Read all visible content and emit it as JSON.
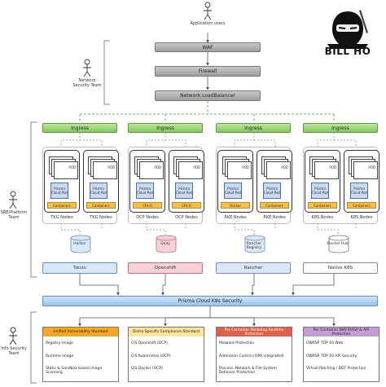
{
  "actors": {
    "application_users": "Application users",
    "network_security_team": "Network Security Team",
    "sre_platform_team": "SRE/Platform Team",
    "info_security_team": "Info Security Team"
  },
  "layers": {
    "waf": "WAF",
    "firewall": "Firewall",
    "load_balancer": "Network LoadBalancer",
    "security_bar": "Prisma Cloud K8s Security"
  },
  "clusters": [
    {
      "ingress": "Ingress",
      "nodes": [
        {
          "pod_label": "POD",
          "agent_label": "Prisma Cloud Pod",
          "container_label": "Containers",
          "node_label": "TKG Nodes"
        },
        {
          "pod_label": "POD",
          "agent_label": "Prisma Cloud Pod",
          "container_label": "Containers",
          "node_label": "TKG Nodes"
        }
      ],
      "registry": "Harbor",
      "platform": "Tanzu"
    },
    {
      "ingress": "Ingress",
      "nodes": [
        {
          "pod_label": "POD",
          "agent_label": "Prisma Cloud Pod",
          "container_label": "CRI-O",
          "node_label": "OCP Nodes"
        },
        {
          "pod_label": "POD",
          "agent_label": "Prisma Cloud Pod",
          "container_label": "CRI-O",
          "node_label": "OCP Nodes"
        }
      ],
      "registry": "Quay",
      "platform": "Openshift"
    },
    {
      "ingress": "Ingress",
      "nodes": [
        {
          "pod_label": "POD",
          "agent_label": "Prisma Cloud Pod",
          "container_label": "Docker",
          "node_label": "RKE Nodes"
        },
        {
          "pod_label": "POD",
          "agent_label": "Prisma Cloud Pod",
          "container_label": "Containers",
          "node_label": "RKE Nodes"
        }
      ],
      "registry": "Rancher Registry",
      "platform": "Rancher"
    },
    {
      "ingress": "Ingress",
      "nodes": [
        {
          "pod_label": "POD",
          "agent_label": "Prisma Cloud Pod",
          "container_label": "Containers",
          "node_label": "K8S Nodes"
        },
        {
          "pod_label": "POD",
          "agent_label": "Prisma Cloud Pod",
          "container_label": "Containers",
          "node_label": "K8S Nodes"
        }
      ],
      "registry": "Docker Hub",
      "platform": "Native K8S"
    }
  ],
  "security_sections": [
    {
      "title": "Unified Vulnerability Standard",
      "items": [
        "Registry image",
        "Runtime image",
        "Static & Sandbox based image Scanning"
      ]
    },
    {
      "title": "Distro Specific Compliance Standard",
      "items": [
        "CIS Openshift (OCP)",
        "CIS Kubernetes (OCP)",
        "CIS Docker (OCP)"
      ]
    },
    {
      "title": "Per Container Modeling Runtime Protection",
      "items": [
        "Malware Protection",
        "Admission Control (OPA integrated)",
        "Process, Network & File System Behavior Protection"
      ]
    },
    {
      "title": "Per Container WAF/RASP & API Protection",
      "items": [
        "OWASP TOP 10 Web",
        "OWASP TOP 10 API Security",
        "Virtual Patching / BOT Protection"
      ]
    }
  ],
  "logo": {
    "text": "BILL HO"
  },
  "colors": {
    "gray_bar": "#b0b0b0",
    "ingress_green": "#9fd176",
    "connector_green": "#6dbb45",
    "prisma_blue": "#c9d9ef",
    "container_orange": "#f6c046",
    "tanzu_blue": "#d8e8f8",
    "openshift_red": "#f6d2d8",
    "rancher_blue": "#dbe7f5",
    "native_white": "#ffffff",
    "section1_orange": "#f5a623",
    "section2_yellow": "#fbe39a",
    "section3_red": "#e0614a",
    "section4_purple": "#c69bd6"
  }
}
